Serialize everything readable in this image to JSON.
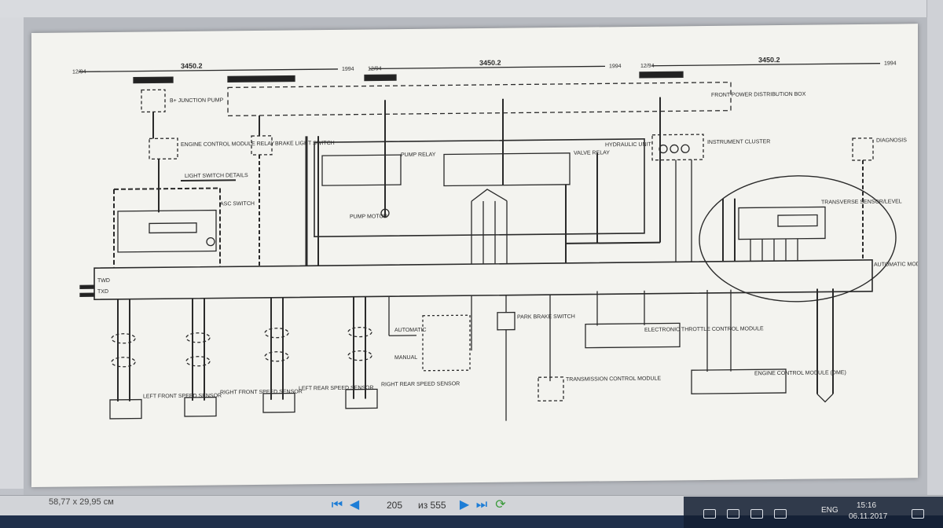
{
  "viewer": {
    "dimensions": "58,77 x 29,95 см",
    "page_current": "205",
    "page_of": "из 555"
  },
  "taskbar": {
    "language": "ENG",
    "time": "15:16",
    "date": "06.11.2017"
  },
  "diagram": {
    "page_ref_left": "3450.2",
    "page_ref_mid": "3450.2",
    "page_ref_right": "3450.2",
    "date_code_1": "12/94",
    "date_code_2": "1994",
    "date_code_3": "12/94",
    "date_code_4": "1994",
    "date_code_5": "12/94",
    "date_code_6": "1994",
    "labels": {
      "junction_pump": "B+ JUNCTION PUMP",
      "engine_control_relay": "ENGINE CONTROL MODULE RELAY",
      "brake_light_switch": "BRAKE LIGHT SWITCH",
      "pump_relay": "PUMP RELAY",
      "valve_relay": "VALVE RELAY",
      "hydraulic_unit": "HYDRAULIC UNIT",
      "front_power_dist": "FRONT POWER DISTRIBUTION BOX",
      "instrument_cluster": "INSTRUMENT CLUSTER",
      "light_switch": "LIGHT SWITCH DETAILS",
      "asc_switch": "ASC SWITCH",
      "pump_motor": "PUMP MOTOR",
      "transverse_sensor": "TRANSVERSE SENSOR/LEVEL",
      "diagnosis": "DIAGNOSIS",
      "automatic_module": "AUTOMATIC MODULE (ABS/ASC)",
      "automatic": "AUTOMATIC",
      "manual": "MANUAL",
      "park_brake_switch": "PARK BRAKE SWITCH",
      "electronic_throttle": "ELECTRONIC THROTTLE CONTROL MODULE",
      "transmission_module": "TRANSMISSION CONTROL MODULE",
      "engine_control_module": "ENGINE CONTROL MODULE (DME)",
      "lf_speed_sensor": "LEFT FRONT SPEED SENSOR",
      "rf_speed_sensor": "RIGHT FRONT SPEED SENSOR",
      "lr_speed_sensor": "LEFT REAR SPEED SENSOR",
      "rr_speed_sensor": "RIGHT REAR SPEED SENSOR",
      "twd": "TWD",
      "txd": "TXD"
    }
  },
  "colors": {
    "accent_blue": "#1d7dd6",
    "paper": "#f3f3ef",
    "ink": "#2a2a2a"
  }
}
